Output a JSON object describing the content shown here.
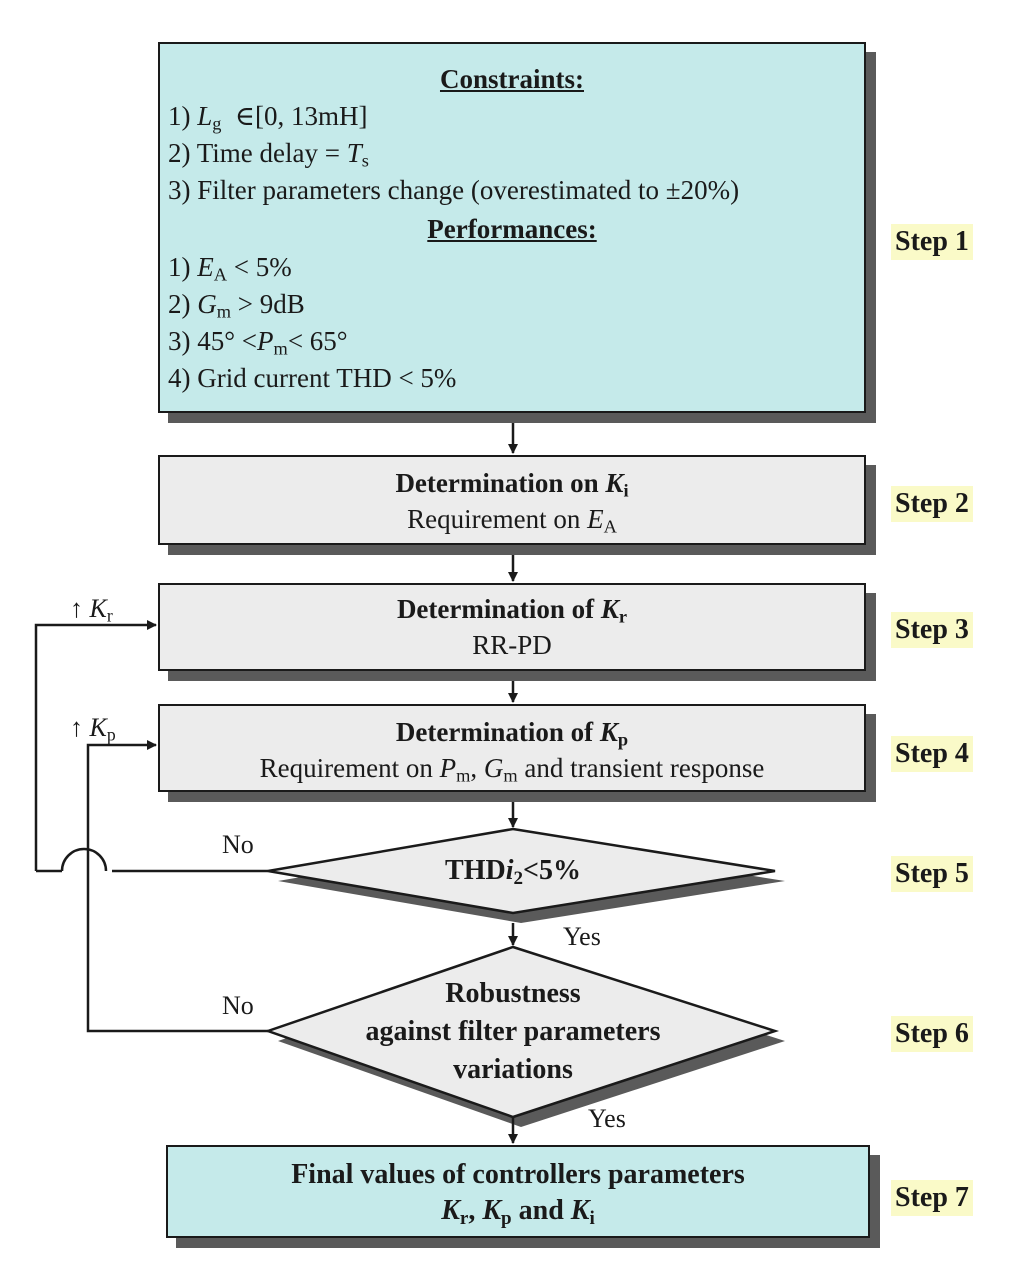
{
  "step1": {
    "constraints_heading": "Constraints:",
    "constraints": [
      {
        "num": "1)",
        "var": "L",
        "sub": "g",
        "rest": "∈[0, 13mH]"
      },
      {
        "num": "2)",
        "text": "Time delay  =",
        "var": "T",
        "sub": "s"
      },
      {
        "num": "3)",
        "text": "Filter parameters change (overestimated to ±20%)"
      }
    ],
    "performances_heading": "Performances:",
    "performances": [
      {
        "num": "1)",
        "var": "E",
        "sub": "A",
        "rest": "< 5%"
      },
      {
        "num": "2)",
        "var": "G",
        "sub": "m",
        "rest": "> 9dB"
      },
      {
        "num": "3)",
        "pre": "45° <",
        "var": "P",
        "sub": "m",
        "rest": "< 65°"
      },
      {
        "num": "4)",
        "text": "Grid current THD < 5%"
      }
    ]
  },
  "step2": {
    "title_pre": "Determination on",
    "title_var": "K",
    "title_sub": "i",
    "line_pre": "Requirement on",
    "line_var": "E",
    "line_sub": "A"
  },
  "step3": {
    "title_pre": "Determination of",
    "title_var": "K",
    "title_sub": "r",
    "line": "RR-PD"
  },
  "step4": {
    "title_pre": "Determination of",
    "title_var": "K",
    "title_sub": "p",
    "line_pre": "Requirement on",
    "var1": "P",
    "sub1": "m",
    "sep": ",",
    "var2": "G",
    "sub2": "m",
    "line_post": "and transient response"
  },
  "step5": {
    "pre": "THD",
    "var": "i",
    "sub": "2",
    "post": "<5%"
  },
  "step6": {
    "lines": [
      "Robustness",
      "against filter parameters",
      "variations"
    ]
  },
  "step7": {
    "line1": "Final values of controllers parameters",
    "k1": "K",
    "s1": "r",
    "k2": "K",
    "s2": "p",
    "and": "and",
    "k3": "K",
    "s3": "i"
  },
  "feedback": {
    "arrow": "↑",
    "kr_var": "K",
    "kr_sub": "r",
    "kp_var": "K",
    "kp_sub": "p"
  },
  "labels": {
    "no1": "No",
    "no2": "No",
    "yes1": "Yes",
    "yes2": "Yes"
  },
  "steps": [
    "Step 1",
    "Step 2",
    "Step 3",
    "Step 4",
    "Step 5",
    "Step 6",
    "Step 7"
  ],
  "colors": {
    "cyan_fill": "#c5eaea",
    "grey_fill": "#ececec",
    "step_label_bg": "#fafac8",
    "shadow": "#5a5a5a"
  }
}
